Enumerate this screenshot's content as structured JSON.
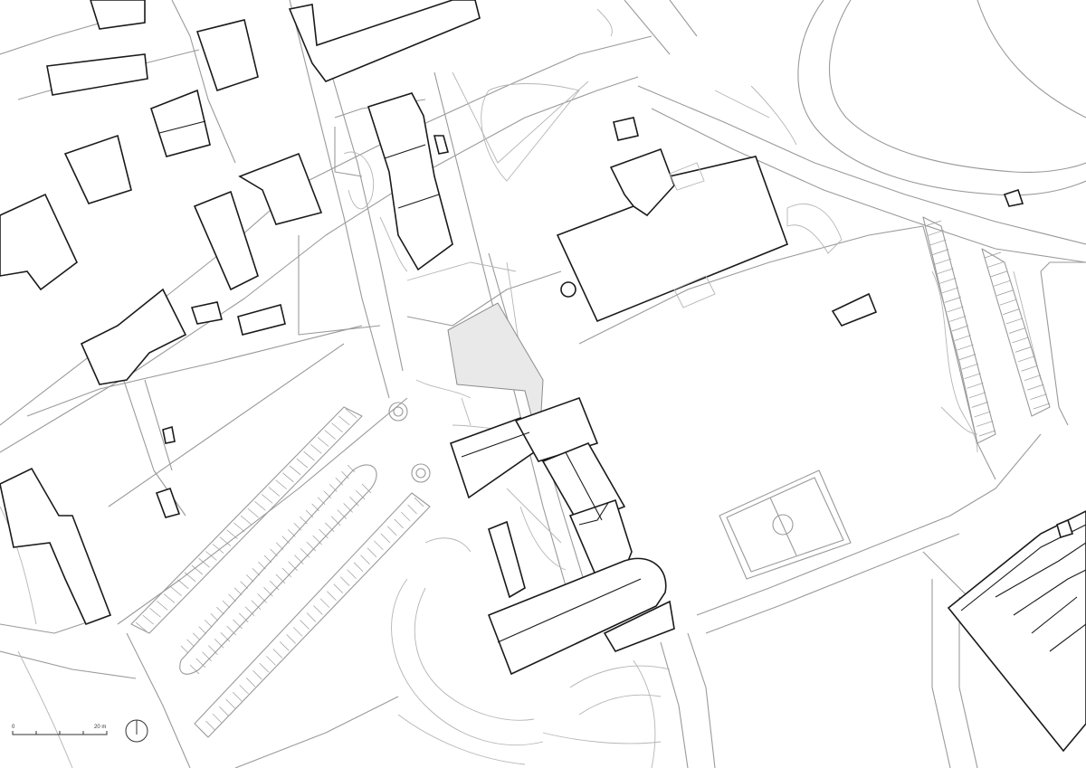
{
  "map": {
    "type": "site plan",
    "highlight_color": "#e9e9e9",
    "building_stroke_color": "#1a1a1a",
    "road_stroke_color": "#9a9a9a"
  },
  "scale_bar": {
    "start_label": "0",
    "end_label": "20 m"
  },
  "north_arrow": {
    "icon": "north-arrow-icon"
  }
}
